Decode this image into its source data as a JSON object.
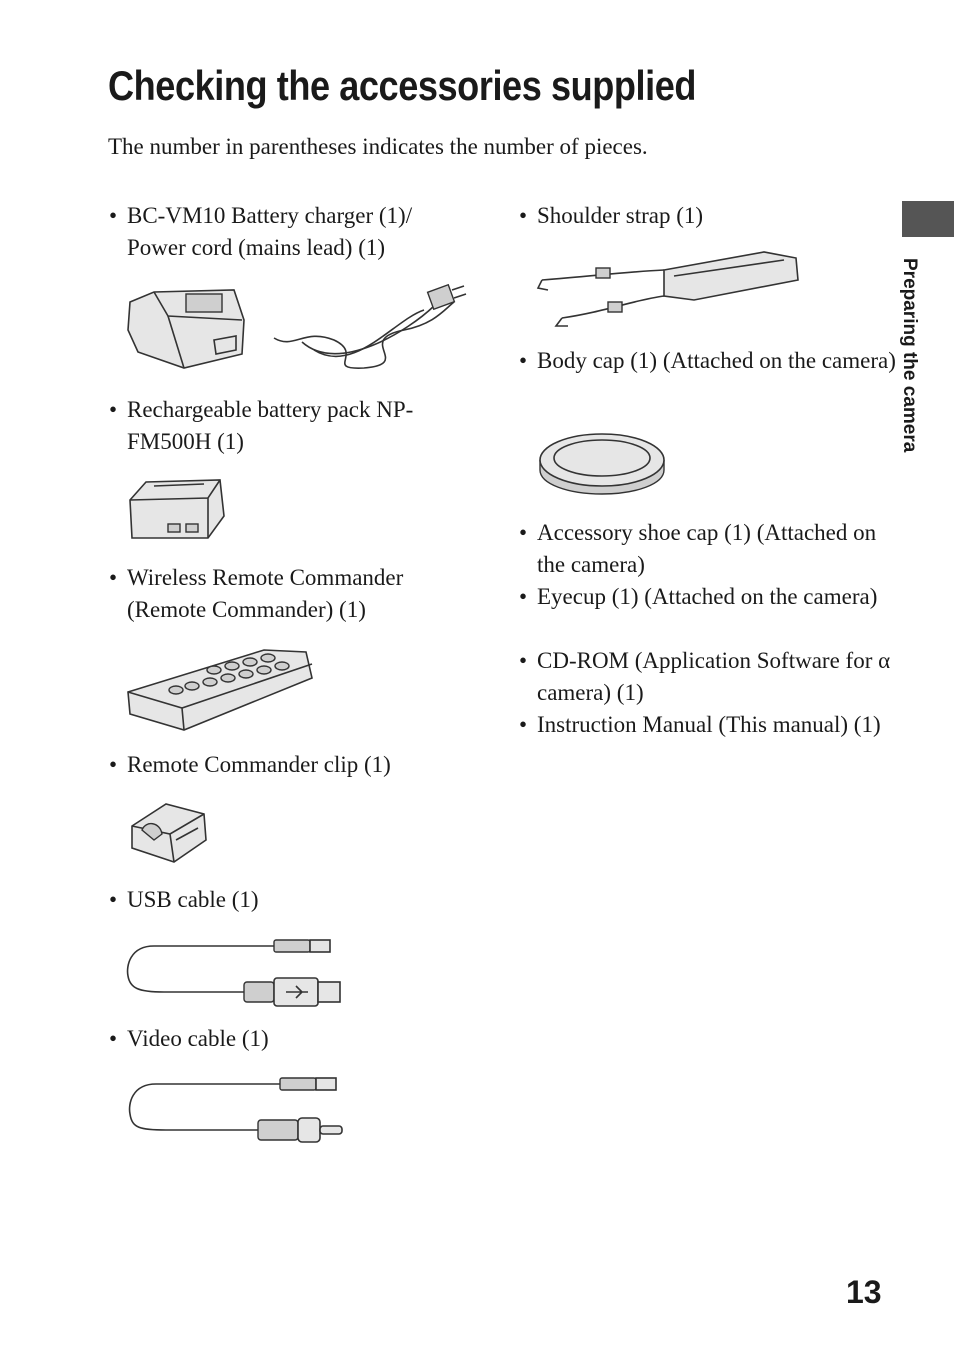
{
  "page": {
    "title": "Checking the accessories supplied",
    "intro": "The number in parentheses indicates the number of pieces.",
    "side_label": "Preparing the camera",
    "page_number": "13",
    "bullet": "•"
  },
  "left_items": [
    {
      "text": "BC-VM10 Battery charger (1)/ Power cord (mains lead) (1)",
      "icon": "battery-charger-and-power-cord-illustration"
    },
    {
      "text": "Rechargeable battery pack NP-FM500H (1)",
      "icon": "battery-pack-illustration"
    },
    {
      "text": "Wireless Remote Commander (Remote Commander) (1)",
      "icon": "remote-commander-illustration"
    },
    {
      "text": "Remote Commander clip (1)",
      "icon": "remote-clip-illustration"
    },
    {
      "text": "USB cable (1)",
      "icon": "usb-cable-illustration"
    },
    {
      "text": "Video cable (1)",
      "icon": "video-cable-illustration"
    }
  ],
  "right_items": [
    {
      "text": "Shoulder strap (1)",
      "icon": "shoulder-strap-illustration"
    },
    {
      "text": "Body cap (1) (Attached on the camera)",
      "icon": "body-cap-illustration"
    },
    {
      "text": "Accessory shoe cap (1) (Attached on the camera)"
    },
    {
      "text": "Eyecup (1) (Attached on the camera)"
    },
    {
      "text": "CD-ROM (Application Software for α camera) (1)"
    },
    {
      "text": "Instruction Manual (This manual) (1)"
    }
  ],
  "colors": {
    "side_tab": "#555555",
    "text": "#1a1a1a"
  }
}
